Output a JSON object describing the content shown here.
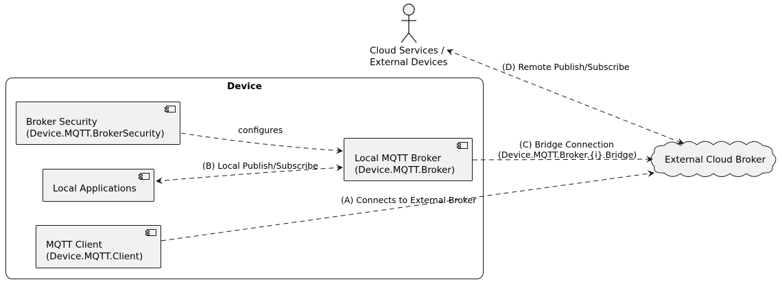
{
  "actor": {
    "lines": [
      "Cloud Services /",
      "External Devices"
    ]
  },
  "device_frame": {
    "title": "Device"
  },
  "components": {
    "broker_security": {
      "lines": [
        "Broker Security",
        "(Device.MQTT.BrokerSecurity)"
      ]
    },
    "local_applications": {
      "lines": [
        "Local Applications"
      ]
    },
    "local_broker": {
      "lines": [
        "Local MQTT Broker",
        "(Device.MQTT.Broker)"
      ]
    },
    "mqtt_client": {
      "lines": [
        "MQTT Client",
        "(Device.MQTT.Client)"
      ]
    }
  },
  "cloud": {
    "label": "External Cloud Broker"
  },
  "edges": {
    "configures": "configures",
    "local_pubsub": "(B) Local Publish/Subscribe",
    "bridge_line1": "(C) Bridge Connection",
    "bridge_line2": "(Device.MQTT.Broker.{i}.Bridge)",
    "connects_external": "(A) Connects to External Broker",
    "remote_pubsub": "(D) Remote Publish/Subscribe"
  },
  "colors": {
    "component_fill": "#f1f1f1",
    "stroke": "#181818"
  }
}
